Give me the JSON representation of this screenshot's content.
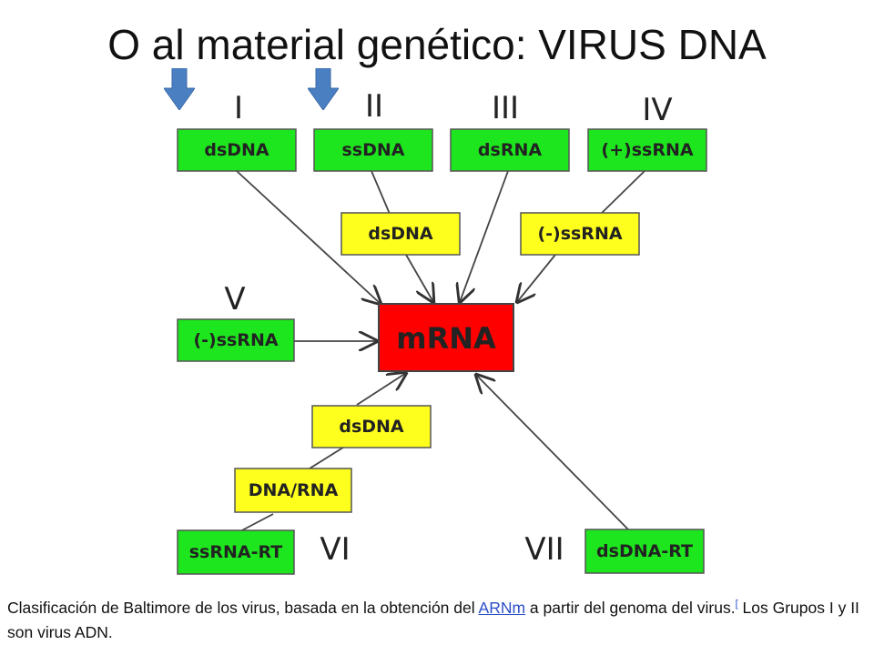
{
  "title": "O al material genético: VIRUS DNA",
  "colors": {
    "green": "#1ee61e",
    "yellow": "#ffff1e",
    "red": "#ff0000",
    "marker": "#4a7fc1",
    "link": "#2a4ec7"
  },
  "groups": [
    "I",
    "II",
    "III",
    "IV",
    "V",
    "VI",
    "VII"
  ],
  "boxes": {
    "g1_dsDNA": "dsDNA",
    "g2_ssDNA": "ssDNA",
    "g3_dsRNA": "dsRNA",
    "g4_plus_ssRNA": "(+)ssRNA",
    "g2_mid_dsDNA": "dsDNA",
    "g4_mid_minus_ssRNA": "(-)ssRNA",
    "g5_minus_ssRNA": "(-)ssRNA",
    "mRNA": "mRNA",
    "g6_mid_dsDNA": "dsDNA",
    "g6_mid_DNA_RNA": "DNA/RNA",
    "g6_ssRNA_RT": "ssRNA-RT",
    "g7_dsDNA_RT": "dsDNA-RT"
  },
  "caption": {
    "part1": "Clasificación de Baltimore de los virus, basada en la obtención del ",
    "link": "ARNm",
    "part2": " a partir del genoma del virus.",
    "ref": "[",
    "part3": " Los Grupos I y II son virus ADN."
  },
  "markers": [
    "down-arrow-icon",
    "down-arrow-icon"
  ]
}
